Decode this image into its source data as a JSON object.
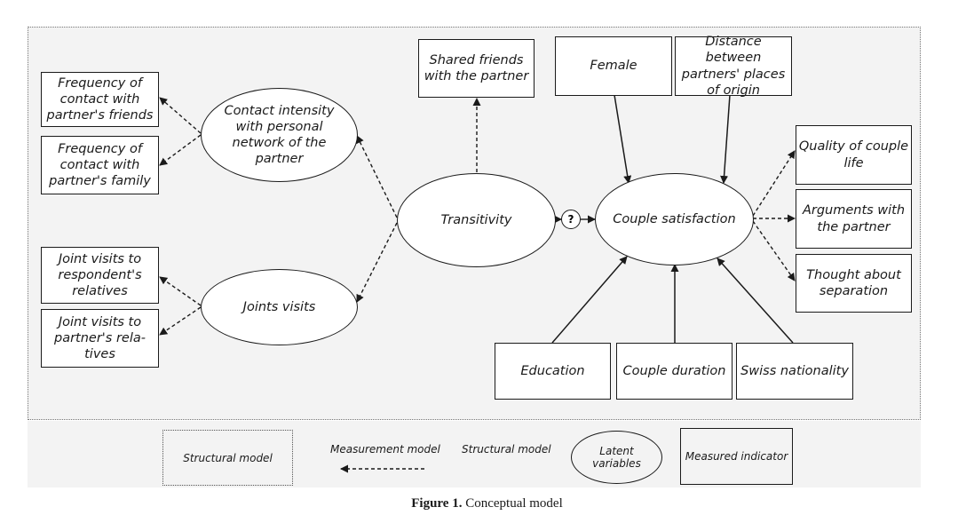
{
  "measured": {
    "freq_friends": "Frequency of contact with partner's friends",
    "freq_family": "Frequency of contact with partner's family",
    "joint_resp": "Joint visits to respondent's relatives",
    "joint_partner": "Joint visits to partner's rela- tives",
    "shared_friends": "Shared friends with the partner",
    "female": "Female",
    "distance": "Distance between partners' places of origin",
    "quality": "Quality of couple life",
    "arguments": "Arguments with the partner",
    "separation": "Thought about separation",
    "education": "Education",
    "duration": "Couple duration",
    "swiss": "Swiss nationality"
  },
  "latent": {
    "contact_intensity": "Contact intensity with personal network of the partner",
    "joint_visits": "Joints visits",
    "transitivity": "Transitivity",
    "satisfaction": "Couple satisfaction"
  },
  "question_mark": "?",
  "legend": {
    "structural_box": "Structural model",
    "measurement": "Measurement model",
    "structural_arrow": "Structural model",
    "latent": "Latent variables",
    "measured": "Measured indicator"
  },
  "caption": {
    "label": "Figure 1.",
    "text": "Conceptual model"
  }
}
